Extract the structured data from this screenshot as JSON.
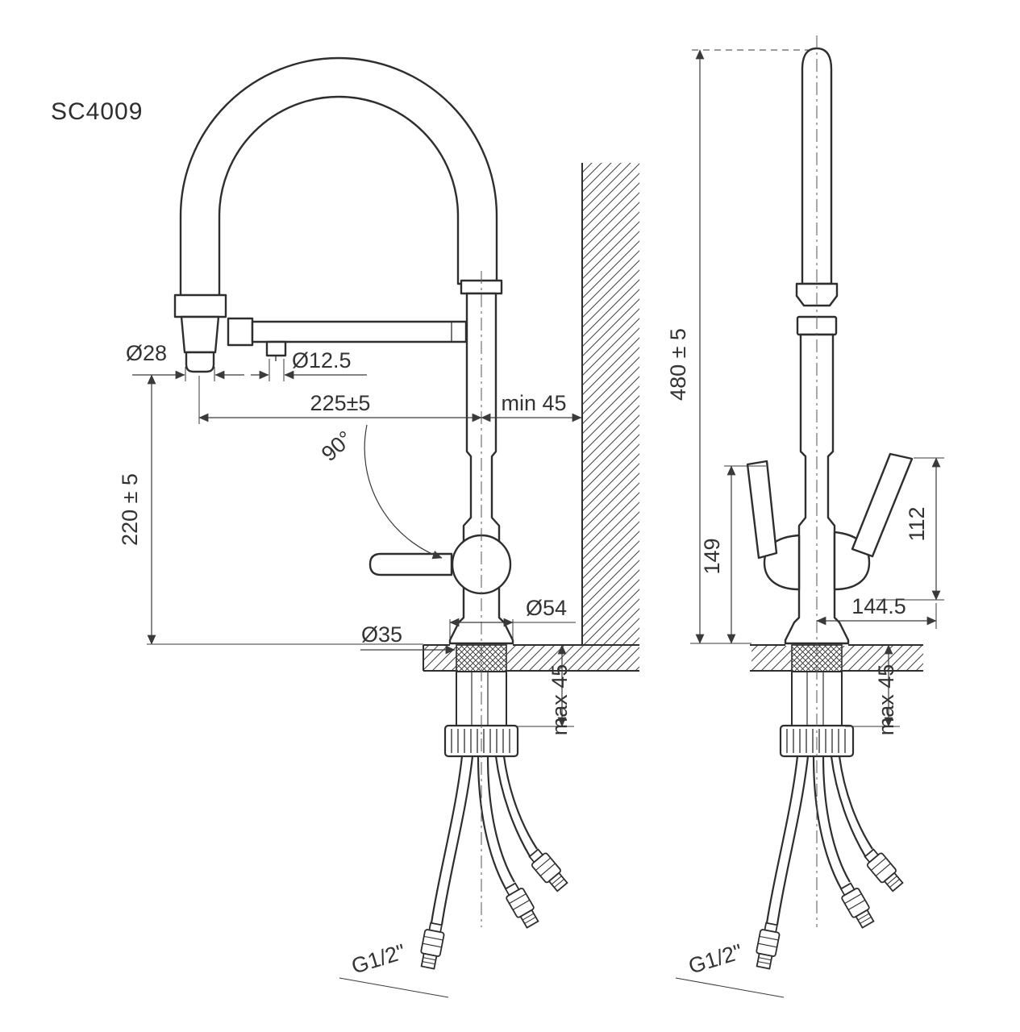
{
  "drawing": {
    "model": "SC4009",
    "front": {
      "dia_spray": "Ø28",
      "dia_valve": "Ø12.5",
      "reach": "225±5",
      "min_wall": "min 45",
      "swivel": "90°",
      "height_spray": "220 ± 5",
      "dia_base": "Ø54",
      "dia_hole": "Ø35",
      "max_counter": "max 45",
      "thread": "G1/2\""
    },
    "side": {
      "height_total": "480 ± 5",
      "handle_height_left": "149",
      "handle_height_right": "112",
      "handle_reach": "144.5",
      "max_counter": "max 45",
      "thread": "G1/2\""
    }
  }
}
